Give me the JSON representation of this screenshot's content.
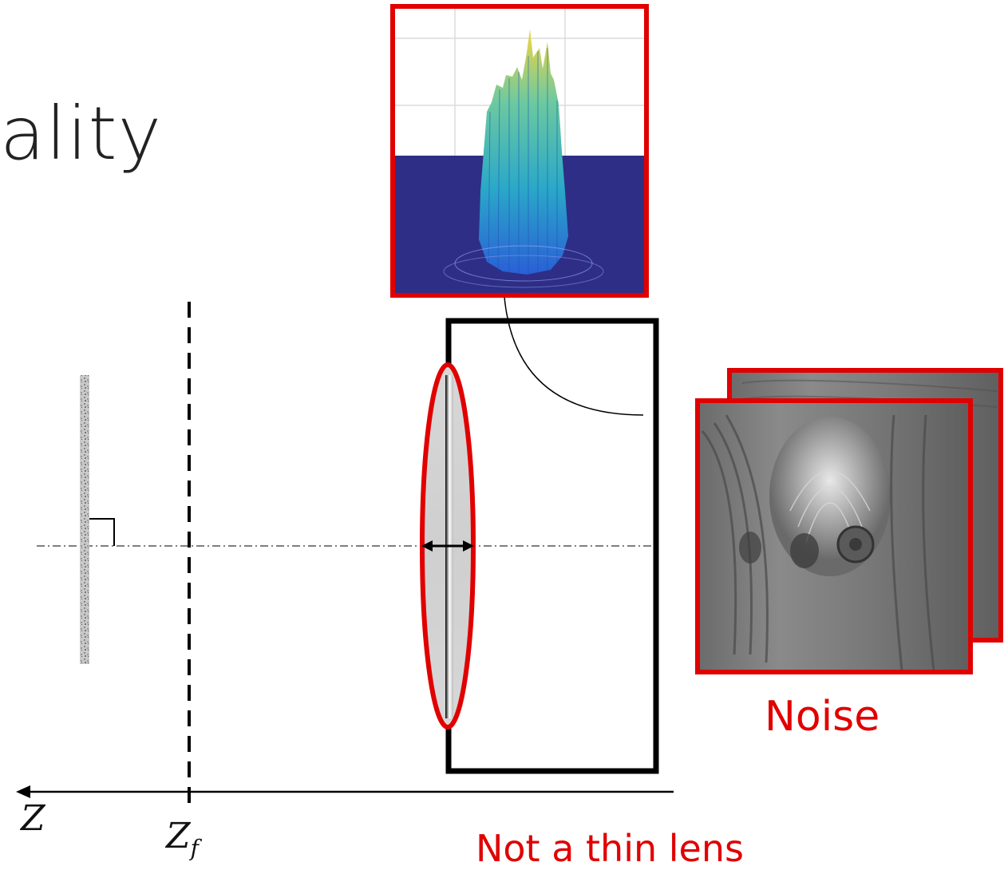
{
  "slide": {
    "title_fragment": "ality",
    "noise_label": "Noise",
    "thin_lens_label": "Not a thin lens",
    "axis_label": "Z",
    "focal_label_base": "Z",
    "focal_label_sub": "f"
  },
  "colors": {
    "highlight": "#e00000",
    "outline": "#000000",
    "plot_floor": "#2e2e86"
  },
  "icons": {
    "surface_plot": "3d-surface-plot-icon",
    "sensor_frames": "noisy-image-stack-icon",
    "lens": "ellipse-lens-icon"
  }
}
